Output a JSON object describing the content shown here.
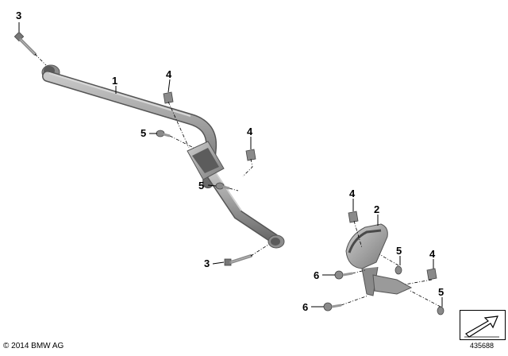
{
  "callouts": {
    "c1": "1",
    "c2": "2",
    "c3_top": "3",
    "c3_bottom": "3",
    "c4_a": "4",
    "c4_b": "4",
    "c4_c": "4",
    "c4_d": "4",
    "c5_a": "5",
    "c5_b": "5",
    "c5_c": "5",
    "c5_d": "5",
    "c6_a": "6",
    "c6_b": "6"
  },
  "footer": {
    "copyright": "© 2014 BMW AG",
    "diagram_number": "435688"
  },
  "colors": {
    "part_fill": "#9a9a9a",
    "part_dark": "#6e6e6e",
    "part_light": "#c4c4c4",
    "line": "#000000"
  }
}
